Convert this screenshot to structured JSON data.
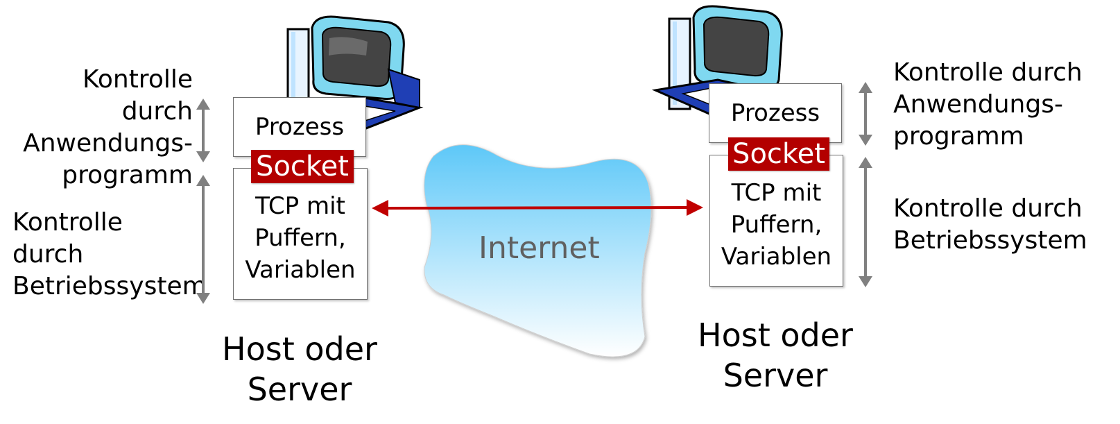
{
  "left": {
    "control_app": "Kontrolle durch\nAnwendungs-\nprogramm",
    "control_os": "Kontrolle durch\nBetriebssystem",
    "process": "Prozess",
    "socket": "Socket",
    "tcp": "TCP mit\nPuffern,\nVariablen",
    "host": "Host oder\nServer",
    "computer_icon": "desktop-computer-icon"
  },
  "right": {
    "control_app": "Kontrolle durch\nAnwendungs-\nprogramm",
    "control_os": "Kontrolle durch\nBetriebssystem",
    "process": "Prozess",
    "socket": "Socket",
    "tcp": "TCP mit\nPuffern,\nVariablen",
    "host": "Host oder\nServer",
    "computer_icon": "desktop-computer-icon"
  },
  "network": {
    "label": "Internet",
    "icon": "cloud-icon"
  },
  "colors": {
    "socket": "#b30000",
    "connection_arrow": "#c00000",
    "bracket_arrows": "#808080",
    "cloud_top": "#5ec8f8",
    "cloud_bottom": "#ffffff",
    "internet_text": "#606060"
  }
}
